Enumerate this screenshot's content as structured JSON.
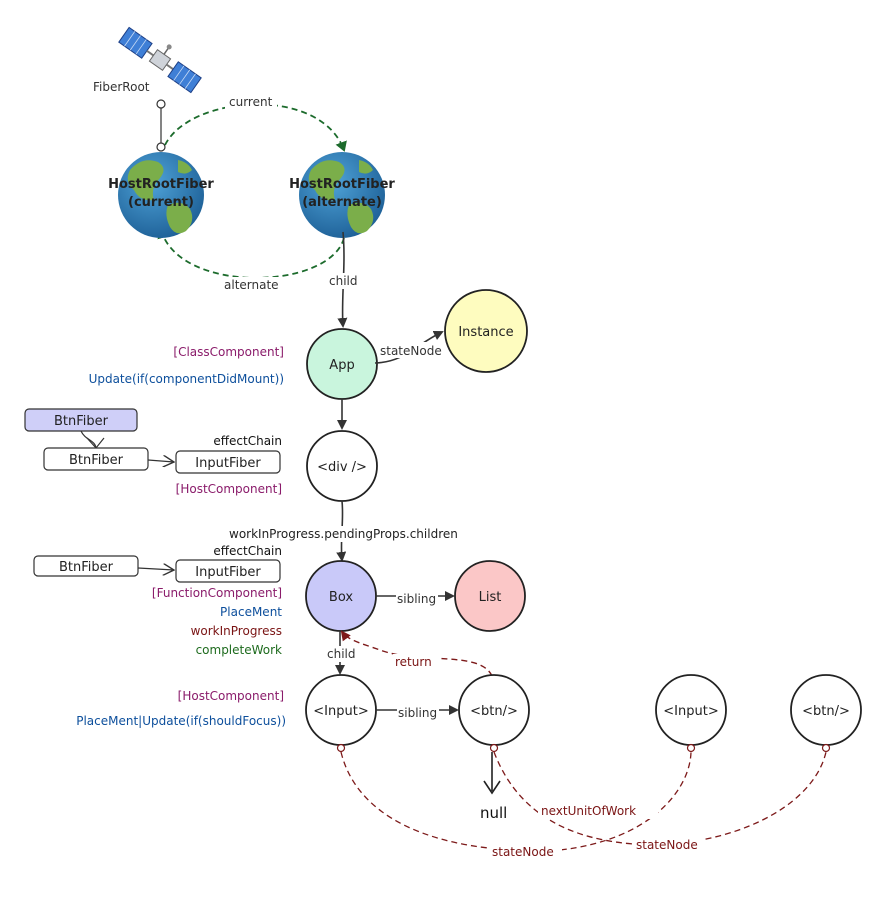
{
  "colors": {
    "purple": "#8a1b6a",
    "blue": "#0d4f9c",
    "darkred": "#7a1414",
    "green": "#1e6b1e",
    "dashed_green": "#1c6b2c",
    "dashed_red": "#7d1a1a",
    "app_fill": "#c9f5dd",
    "instance_fill": "#fefcbf",
    "box_fill": "#c9c9f9",
    "list_fill": "#fbc7c7",
    "btnfiber_fill": "#cfcff8"
  },
  "labels": {
    "fiber_root": "FiberRoot",
    "current_edge": "current",
    "alternate_edge": "alternate",
    "child_edge": "child",
    "state_node_edge": "stateNode",
    "wip_pending_props": "workInProgress.pendingProps.children",
    "sibling_edge": "sibling",
    "return_edge": "return",
    "null_label": "null",
    "next_unit_of_work": "nextUnitOfWork",
    "state_node_bottom": "stateNode"
  },
  "fibers": {
    "host_root_current": [
      "HostRootFiber",
      "(current)"
    ],
    "host_root_alternate": [
      "HostRootFiber",
      "(alternate)"
    ],
    "app": "App",
    "instance": "Instance",
    "div": "<div />",
    "box": "Box",
    "list": "List",
    "input": "<Input>",
    "btn": "<btn/>",
    "input_dom": "<Input>",
    "btn_dom": "<btn/>"
  },
  "annotations": {
    "class_component": "[ClassComponent]",
    "app_update": "Update(if(componentDidMount))",
    "effect_chain_1": "effectChain",
    "host_component_div": "[HostComponent]",
    "effect_chain_2": "effectChain",
    "function_component": "[FunctionComponent]",
    "placement": "PlaceMent",
    "work_in_progress": "workInProgress",
    "complete_work": "completeWork",
    "host_component_input": "[HostComponent]",
    "placement_update": "PlaceMent|Update(if(shouldFocus))"
  },
  "effect_boxes": {
    "btnfiber_top": "BtnFiber",
    "btnfiber_mid": "BtnFiber",
    "inputfiber_mid": "InputFiber",
    "btnfiber_low": "BtnFiber",
    "inputfiber_low": "InputFiber"
  },
  "icons": [
    "satellite-icon",
    "earth-icon"
  ]
}
